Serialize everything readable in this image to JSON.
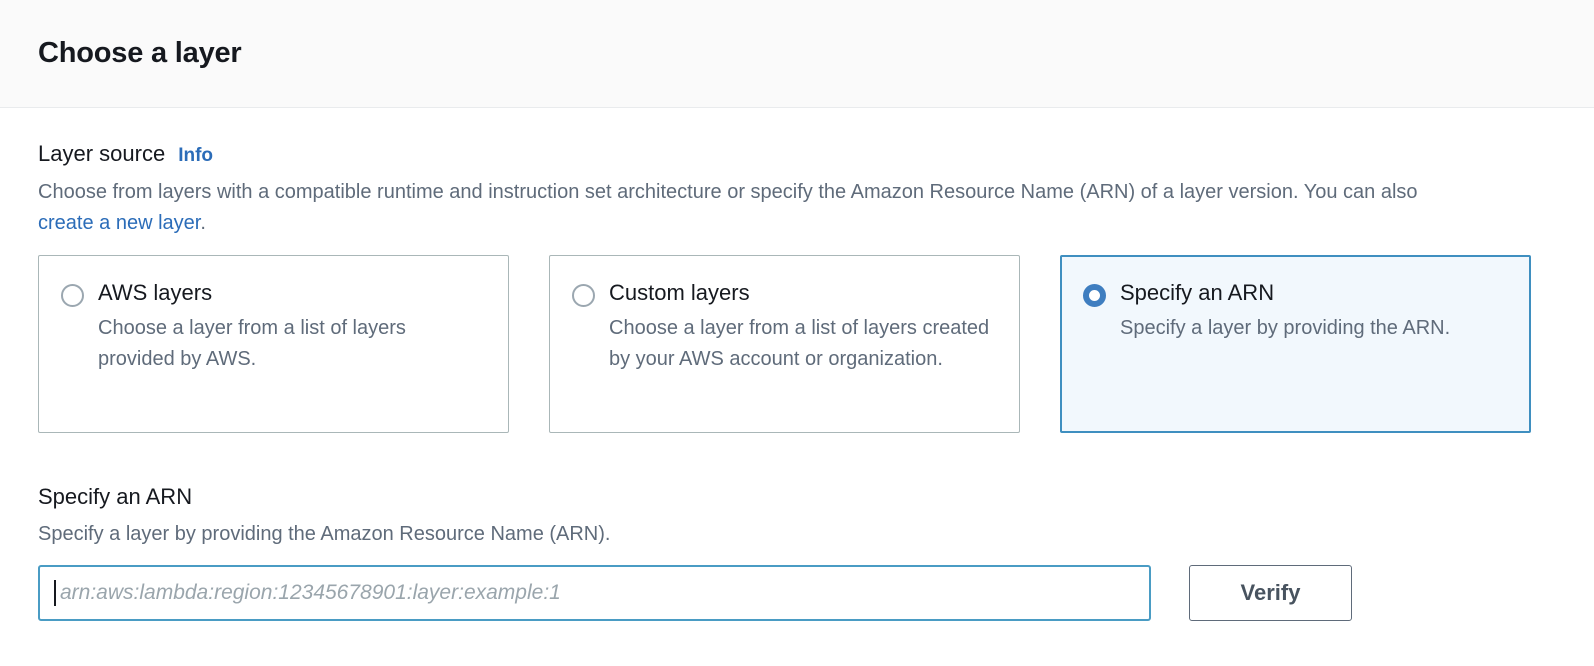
{
  "dialog": {
    "title": "Choose a layer"
  },
  "layer_source": {
    "label": "Layer source",
    "info_label": "Info",
    "description_part1": "Choose from layers with a compatible runtime and instruction set architecture or specify the Amazon Resource Name (ARN) of a layer version. You can also ",
    "description_link": "create a new layer",
    "description_part2": ".",
    "options": [
      {
        "title": "AWS layers",
        "description": "Choose a layer from a list of layers provided by AWS.",
        "selected": false
      },
      {
        "title": "Custom layers",
        "description": "Choose a layer from a list of layers created by your AWS account or organization.",
        "selected": false
      },
      {
        "title": "Specify an ARN",
        "description": "Specify a layer by providing the ARN.",
        "selected": true
      }
    ]
  },
  "arn_section": {
    "heading": "Specify an ARN",
    "subtext": "Specify a layer by providing the Amazon Resource Name (ARN).",
    "input_value": "",
    "input_placeholder": "arn:aws:lambda:region:12345678901:layer:example:1",
    "verify_label": "Verify"
  },
  "colors": {
    "accent_blue": "#2b6cb8",
    "selected_tile_border": "#3f8fc0",
    "selected_tile_background": "#f2f8fd",
    "radio_checked": "#3f7ec0",
    "input_focus_border": "#4a9cc4",
    "text_primary": "#16191f",
    "text_secondary": "#5f6b7a",
    "header_background": "#fafafa"
  }
}
